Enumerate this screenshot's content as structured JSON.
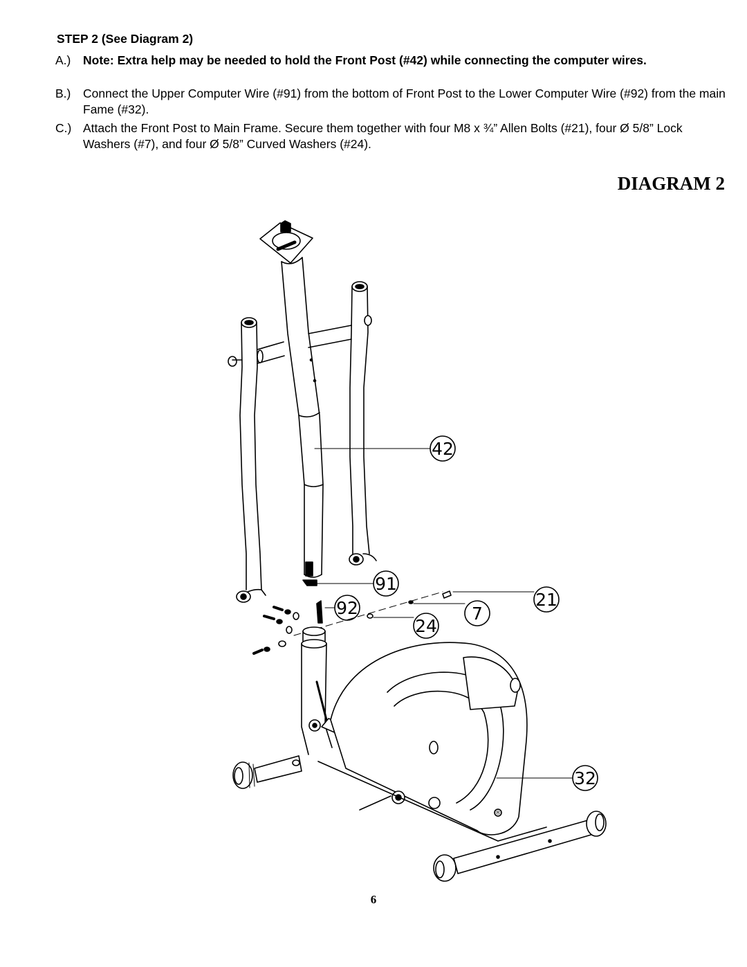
{
  "step": {
    "heading": "STEP 2 (See Diagram 2)"
  },
  "instructions": [
    {
      "label": "A.)",
      "text": "Note: Extra help may be needed to hold the Front Post (#42) while connecting the computer wires.",
      "bold": true
    },
    {
      "label": "B.)",
      "text": "Connect the Upper Computer Wire (#91) from the bottom of Front Post to the Lower Computer Wire (#92) from the main Fame (#32).",
      "bold": false
    },
    {
      "label": "C.)",
      "text": "Attach the Front Post to Main Frame. Secure them together with four M8 x ¾” Allen Bolts (#21), four Ø 5/8” Lock Washers (#7), and four Ø 5/8” Curved Washers (#24).",
      "bold": false
    }
  ],
  "diagram": {
    "title": "DIAGRAM 2",
    "callouts": [
      "42",
      "91",
      "92",
      "21",
      "7",
      "24",
      "32"
    ]
  },
  "page_number": "6"
}
